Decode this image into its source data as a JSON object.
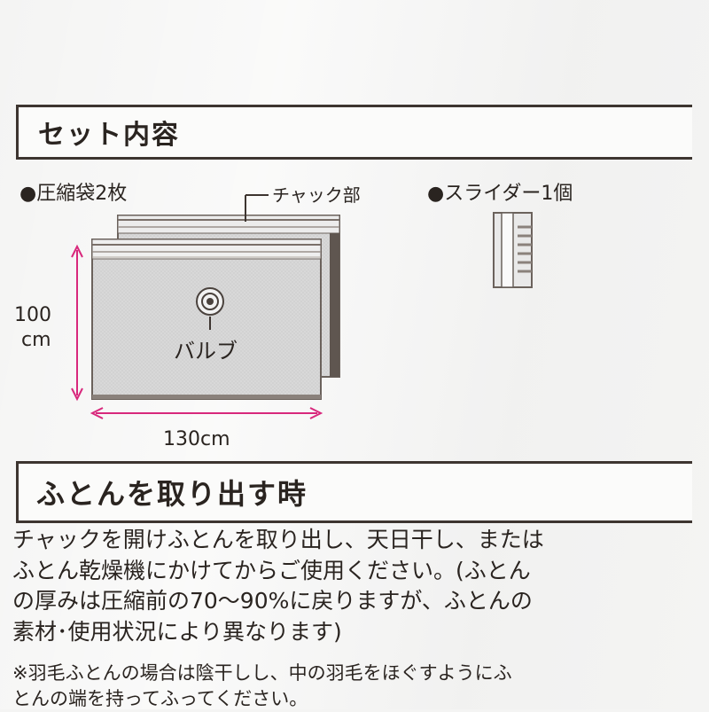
{
  "set_contents": {
    "title": "セット内容",
    "bag_item": "●圧縮袋2枚",
    "zipper_label": "チャック部",
    "valve_label": "バルブ",
    "height_value": "100",
    "height_unit": "cm",
    "width_label": "130cm",
    "slider_item": "●スライダー1個"
  },
  "removal": {
    "title": "ふとんを取り出す時",
    "paragraph_lines": [
      "チャックを開けふとんを取り出し、天日干し、または",
      "ふとん乾燥機にかけてからご使用ください。(ふとん",
      "の厚みは圧縮前の70～90%に戻りますが、ふとんの",
      "素材･使用状況により異なります)"
    ],
    "note_lines": [
      "※羽毛ふとんの場合は陰干しし、中の羽毛をほぐすようにふ",
      "とんの端を持ってふってください。"
    ]
  },
  "colors": {
    "frame": "#3d3530",
    "dimension_arrow": "#d8287c",
    "text": "#2a2420"
  }
}
